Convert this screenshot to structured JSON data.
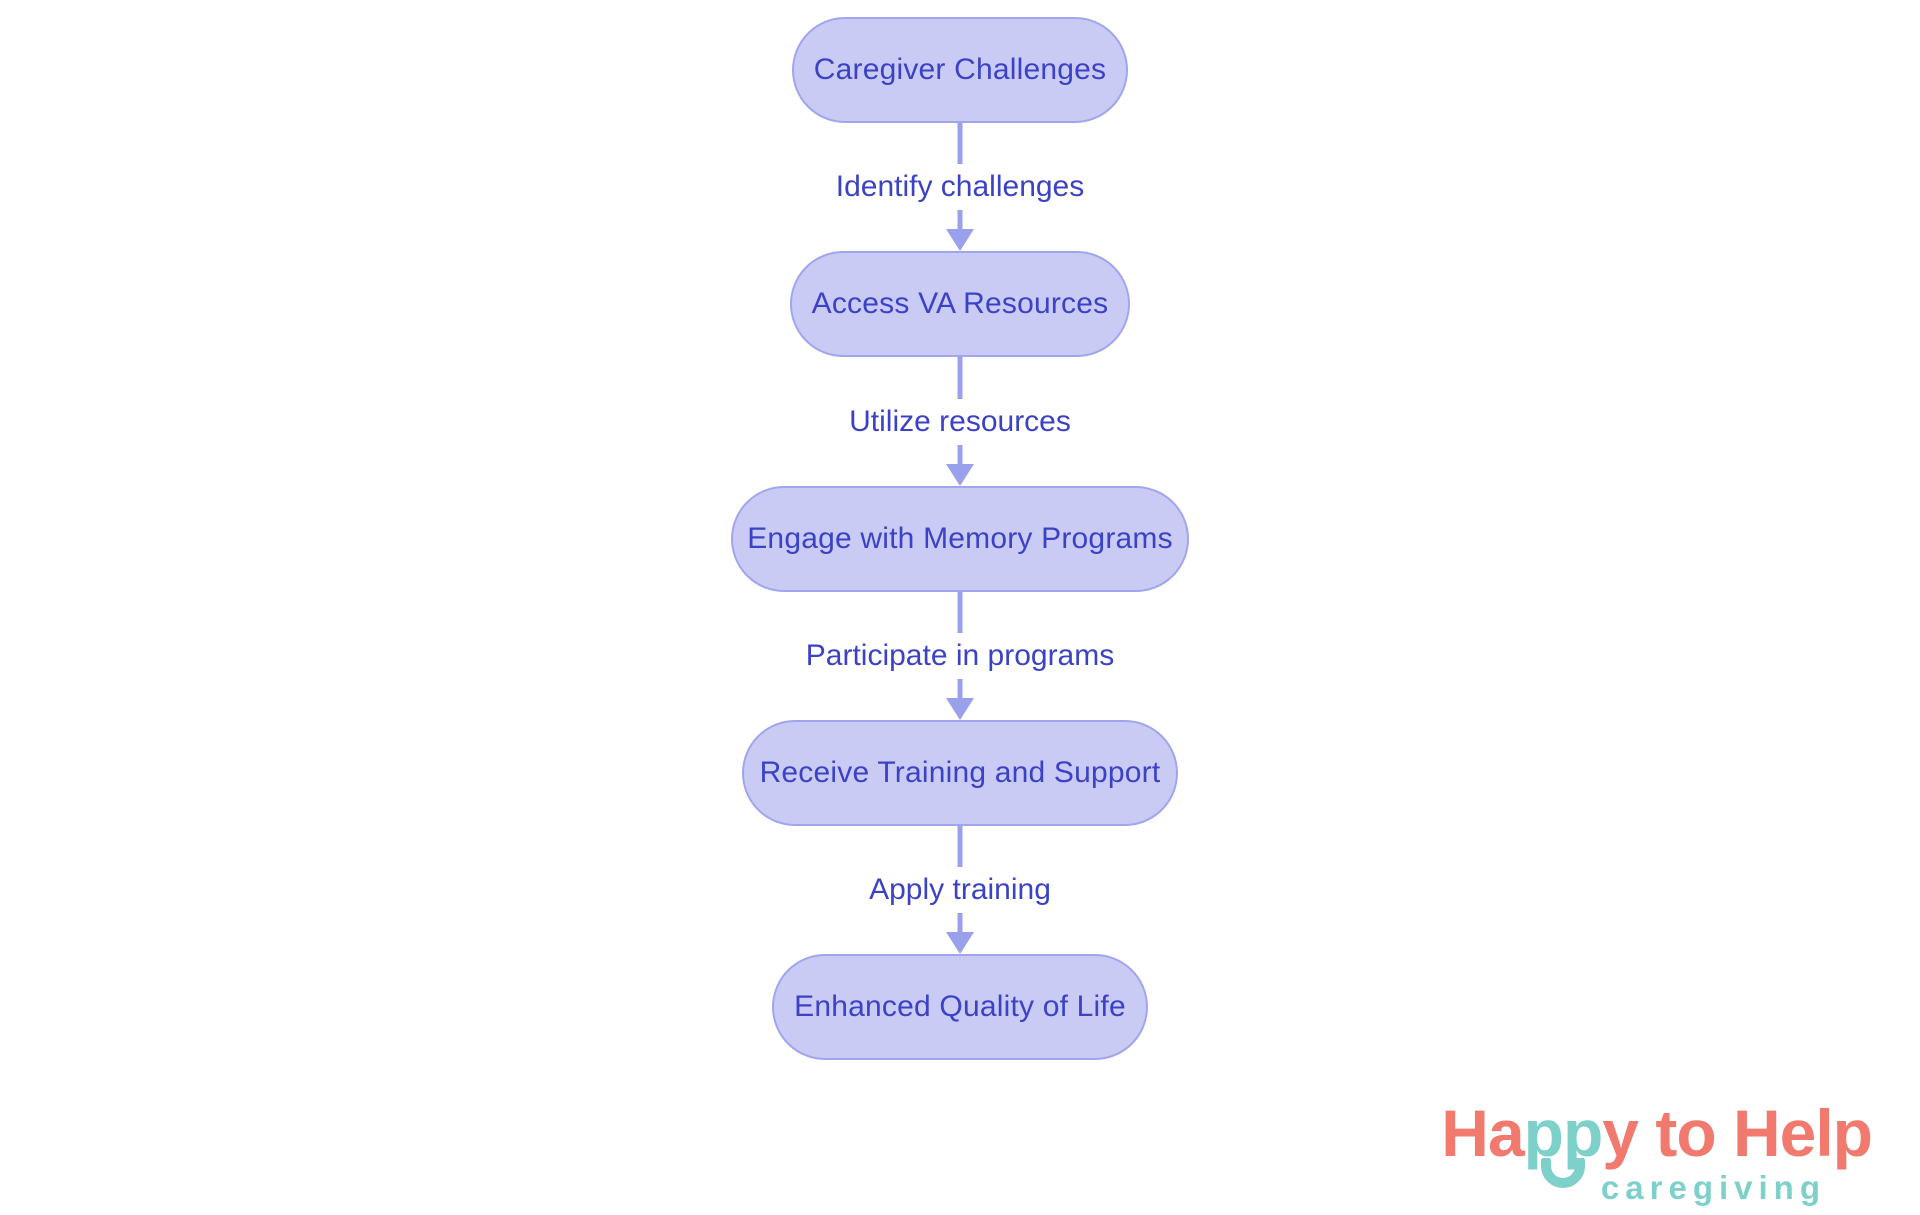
{
  "flowchart": {
    "nodes": [
      {
        "label": "Caregiver Challenges"
      },
      {
        "label": "Access VA Resources"
      },
      {
        "label": "Engage with Memory Programs"
      },
      {
        "label": "Receive Training and Support"
      },
      {
        "label": "Enhanced Quality of Life"
      }
    ],
    "edges": [
      {
        "label": "Identify challenges"
      },
      {
        "label": "Utilize resources"
      },
      {
        "label": "Participate in programs"
      },
      {
        "label": "Apply training"
      }
    ],
    "colors": {
      "node_fill": "#c9cbf5",
      "node_border": "#a0a6ee",
      "node_text": "#3b42c5",
      "edge_line": "#99a0ec",
      "edge_label_text": "#3b42c5"
    }
  },
  "logo": {
    "part1": "Ha",
    "part2": "pp",
    "part3": "y to Help",
    "subtitle": "caregiving",
    "colors": {
      "coral": "#f1796d",
      "teal": "#7ed0ca"
    }
  }
}
